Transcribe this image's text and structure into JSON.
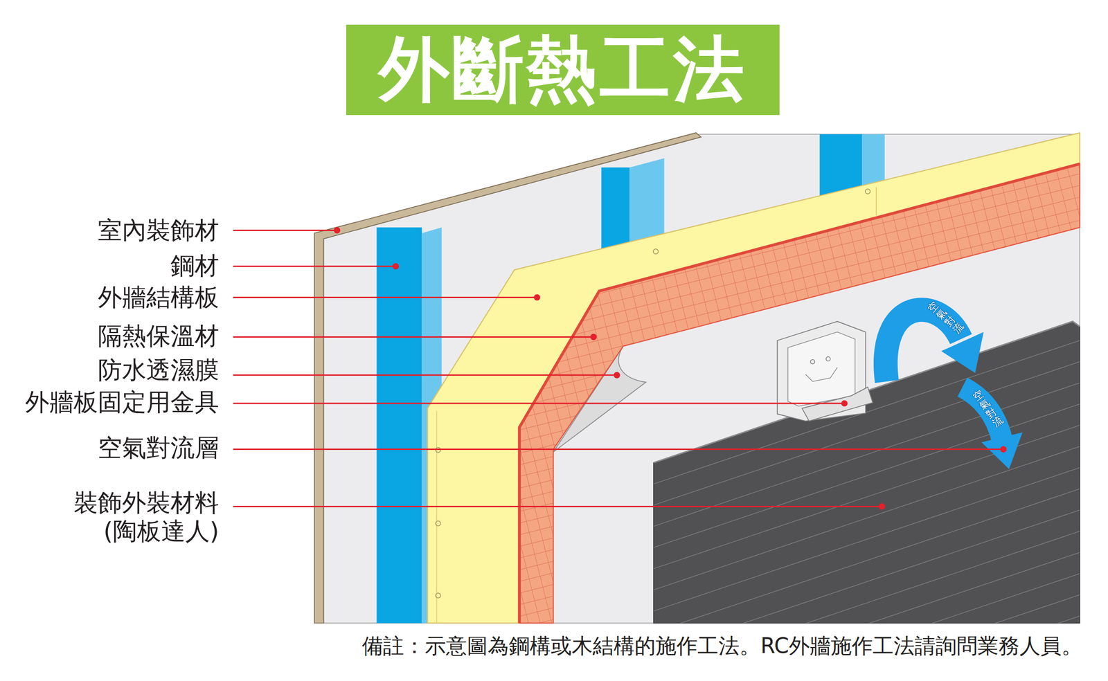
{
  "diagram": {
    "title": "外斷熱工法",
    "caption": "備註：示意圖為鋼構或木結構的施作工法。RC外牆施作工法請詢問業務人員。",
    "labels": [
      "室內裝飾材",
      "鋼材",
      "外牆結構板",
      "隔熱保溫材",
      "防水透濕膜",
      "外牆板固定用金具",
      "空氣對流層",
      "裝飾外裝材料 (陶板達人)",
      "空氣對流",
      "空氣對流"
    ]
  }
}
